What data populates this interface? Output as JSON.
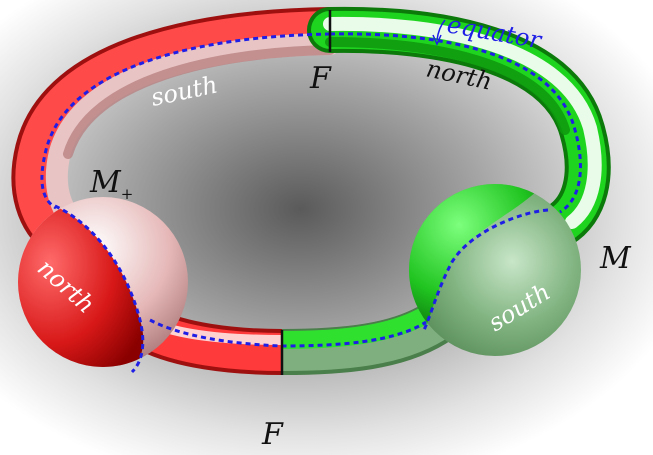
{
  "labels": {
    "equator": "equator",
    "left_sphere_name": "M",
    "left_sphere_sign": "+",
    "right_sphere_name": "M",
    "top_junction": "F",
    "bottom_junction": "F",
    "top_left_region": "south",
    "top_right_region": "north",
    "left_sphere_region": "north",
    "right_sphere_region": "south"
  },
  "colors": {
    "red_bright": "#ff4a4a",
    "red_dark": "#c20a0a",
    "pink_light": "#f7dada",
    "pink_dark": "#b98282",
    "green_bright": "#3cf03c",
    "green_dark": "#0f9a0f",
    "green_pale": "#e6fbe6",
    "green_muted": "#6aa06a",
    "equator_line": "#1e1ee6",
    "background_dark": "#5a5a5a"
  }
}
